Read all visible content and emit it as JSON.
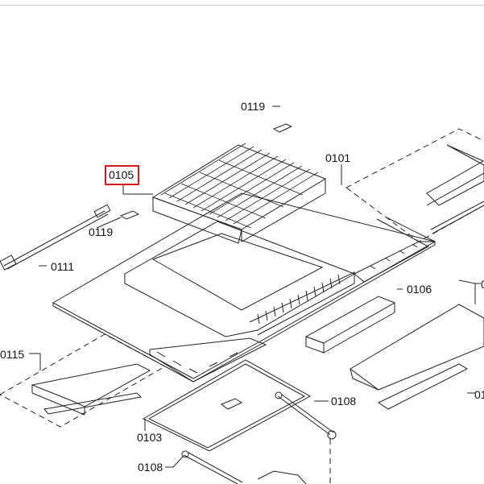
{
  "diagram": {
    "highlight_color": "#d21a1a",
    "line_color": "#222222",
    "highlighted_part": "0105",
    "labels": {
      "p0119_top": "0119",
      "p0105": "0105",
      "p0101": "0101",
      "p0119_left": "0119",
      "p0111": "0111",
      "p0106": "0106",
      "p0115": "0115",
      "p0108_mid": "0108",
      "p0103": "0103",
      "p0108_bottom": "0108",
      "p0_right": "0",
      "p01_right": "01"
    }
  }
}
